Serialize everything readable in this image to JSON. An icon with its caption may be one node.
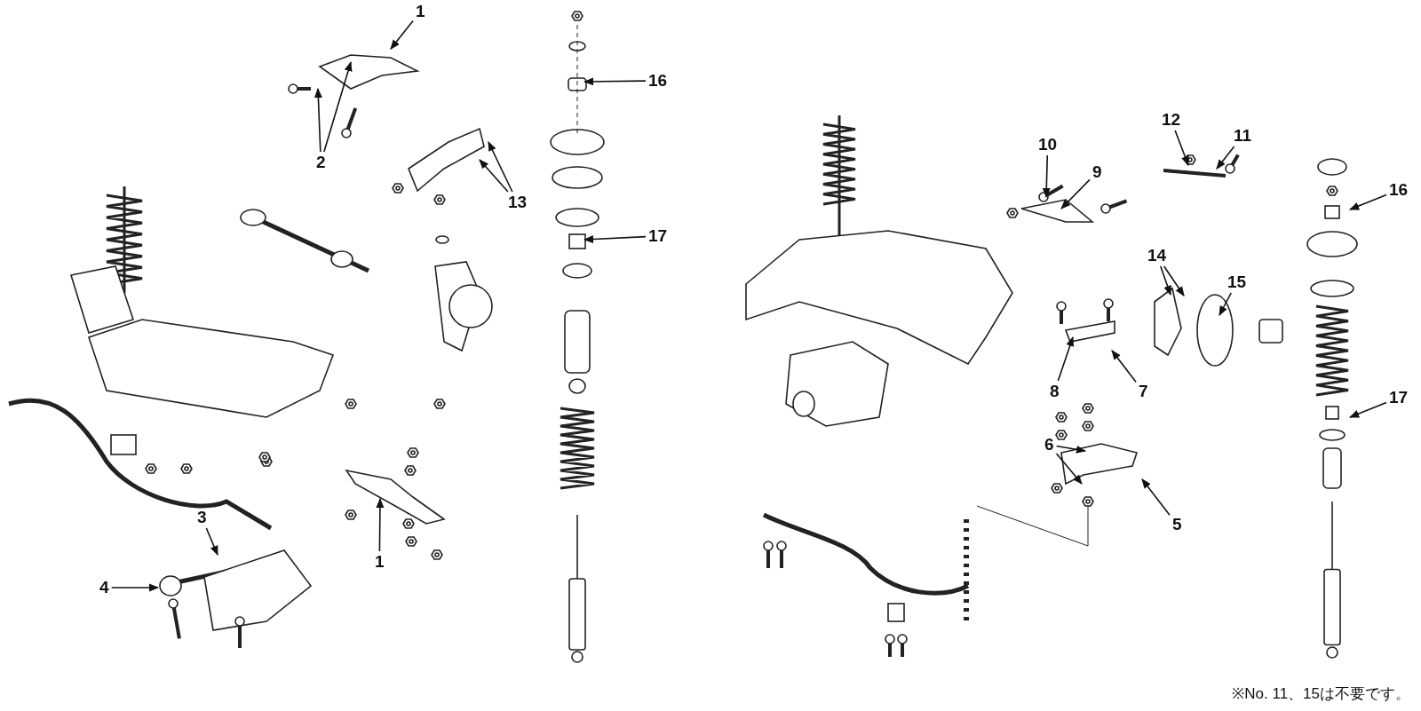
{
  "diagram": {
    "nodes": [
      {
        "text": [
          "1"
        ]
      },
      {
        "text": [
          "2"
        ]
      },
      {
        "text": [
          "13"
        ]
      },
      {
        "text": [
          "16"
        ]
      },
      {
        "text": [
          "17"
        ]
      },
      {
        "text": [
          "1"
        ]
      },
      {
        "text": [
          "3"
        ]
      },
      {
        "text": [
          "4"
        ]
      },
      {
        "text": [
          "10"
        ]
      },
      {
        "text": [
          "9"
        ]
      },
      {
        "text": [
          "12"
        ]
      },
      {
        "text": [
          "11"
        ]
      },
      {
        "text": [
          "14"
        ]
      },
      {
        "text": [
          "15"
        ]
      },
      {
        "text": [
          "8"
        ]
      },
      {
        "text": [
          "7"
        ]
      },
      {
        "text": [
          "6"
        ]
      },
      {
        "text": [
          "5"
        ]
      },
      {
        "text": [
          "16"
        ]
      },
      {
        "text": [
          "17"
        ]
      }
    ],
    "edges": [
      {
        "from": 0,
        "to": null,
        "arrow": "to"
      },
      {
        "from": 1,
        "to": null,
        "arrow": "to"
      },
      {
        "from": 1,
        "to": null,
        "arrow": "to"
      },
      {
        "from": 2,
        "to": null,
        "arrow": "to"
      },
      {
        "from": 2,
        "to": null,
        "arrow": "to"
      },
      {
        "from": 3,
        "to": null,
        "arrow": "to"
      },
      {
        "from": 4,
        "to": null,
        "arrow": "to"
      },
      {
        "from": 5,
        "to": null,
        "arrow": "to"
      },
      {
        "from": 6,
        "to": null,
        "arrow": "to"
      },
      {
        "from": 7,
        "to": null,
        "arrow": "to"
      },
      {
        "from": 8,
        "to": null,
        "arrow": "to"
      },
      {
        "from": 9,
        "to": null,
        "arrow": "to"
      },
      {
        "from": 10,
        "to": null,
        "arrow": "to"
      },
      {
        "from": 11,
        "to": null,
        "arrow": "to"
      },
      {
        "from": 12,
        "to": null,
        "arrow": "to"
      },
      {
        "from": 12,
        "to": null,
        "arrow": "to"
      },
      {
        "from": 13,
        "to": null,
        "arrow": "to"
      },
      {
        "from": 14,
        "to": null,
        "arrow": "to"
      },
      {
        "from": 15,
        "to": null,
        "arrow": "to"
      },
      {
        "from": 16,
        "to": null,
        "arrow": "to"
      },
      {
        "from": 16,
        "to": null,
        "arrow": "to"
      },
      {
        "from": 17,
        "to": null,
        "arrow": "to"
      },
      {
        "from": 18,
        "to": null,
        "arrow": "to"
      },
      {
        "from": 19,
        "to": null,
        "arrow": "to"
      }
    ],
    "labels": [
      "※No. 11、15は不要です。"
    ]
  }
}
